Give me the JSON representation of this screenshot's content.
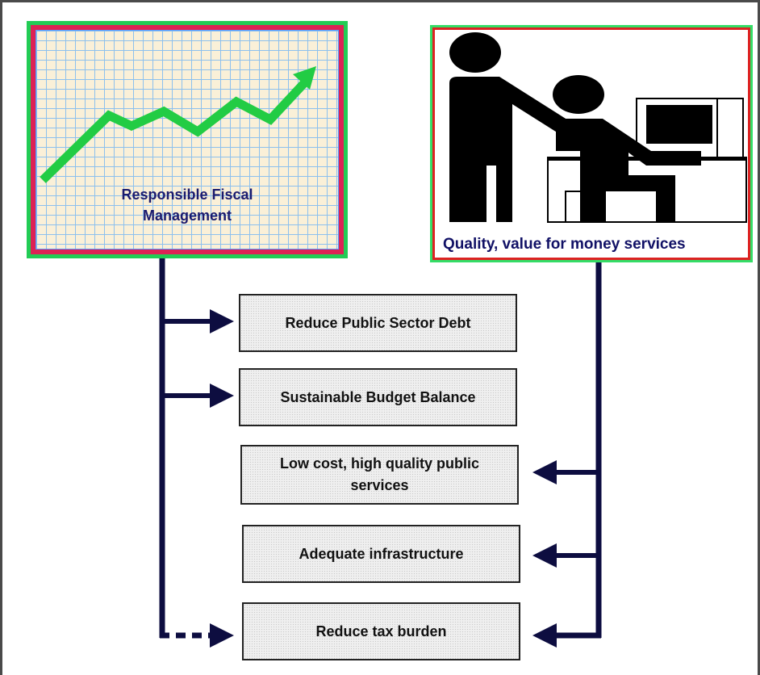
{
  "fiscal_panel": {
    "label_line1": "Responsible Fiscal",
    "label_line2": "Management",
    "icon": "rising-trend-chart-icon"
  },
  "services_panel": {
    "label": "Quality, value for money services",
    "icon": "people-at-computer-icon"
  },
  "goals": [
    {
      "label": "Reduce Public Sector Debt",
      "linked_to": "fiscal"
    },
    {
      "label": "Sustainable Budget Balance",
      "linked_to": "fiscal"
    },
    {
      "label": "Low cost, high quality public services",
      "linked_to": "services"
    },
    {
      "label": "Adequate infrastructure",
      "linked_to": "services"
    },
    {
      "label": "Reduce tax burden",
      "linked_to": "fiscal (dotted) and services"
    }
  ],
  "colors": {
    "connector": "#0d0d40",
    "panel_outer_green": "#22cc55",
    "panel_inner_red": "#dd2255",
    "trend_arrow": "#22cc44",
    "label_text": "#1a1a6e"
  }
}
